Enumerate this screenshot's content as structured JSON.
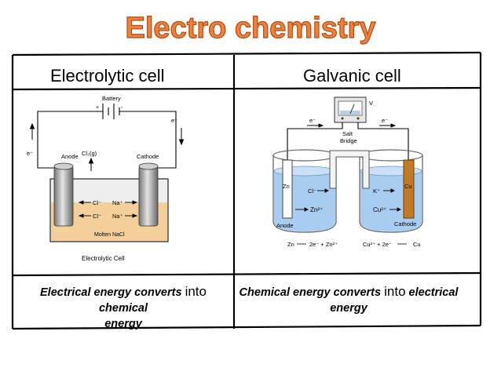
{
  "title": "Electro chemistry",
  "headers": {
    "left": "Electrolytic cell",
    "right": "Galvanic cell"
  },
  "captions": {
    "left": {
      "pre": "Electrical energy converts ",
      "into": "into",
      "post": " chemical",
      "line2": "energy"
    },
    "right": {
      "pre": "Chemical energy converts ",
      "into": "into",
      "post": " electrical",
      "line2": "energy"
    }
  },
  "electrolytic": {
    "battery": "Battery",
    "plus": "+",
    "minus": "-",
    "electron_left": "e⁻",
    "electron_right": "e⁻",
    "anode": "Anode",
    "cathode": "Cathode",
    "gas": "Cl₂(g)",
    "ion_cl1": "Cl⁻",
    "ion_cl2": "Cl⁻",
    "ion_na1": "Na⁺",
    "ion_na2": "Na⁺",
    "molten": "Molten NaCl",
    "caption": "Electrolytic Cell"
  },
  "galvanic": {
    "voltmeter": "V",
    "electron_left": "e⁻",
    "electron_right": "e⁻",
    "salt": "Salt",
    "bridge": "Bridge",
    "zn_electrode": "Zn",
    "cu_electrode": "Cu",
    "ion_cl": "Cl⁻",
    "ion_k": "K⁺",
    "ion_zn": "Zn²⁺",
    "ion_cu": "Cu²⁺",
    "anode": "Anode",
    "cathode": "Cathode",
    "eq_zn": "Zn",
    "eq_zn_right": "2e⁻ + Zn²⁺",
    "eq_cu_left": "Cu²⁺ + 2e⁻",
    "eq_cu": "Cu"
  },
  "colors": {
    "title_fill": "#f0803c",
    "title_stroke": "#c55a1e",
    "solution_blue": "#a9cdf0",
    "molten_tan": "#f3cf9a",
    "copper": "#c27a24"
  }
}
